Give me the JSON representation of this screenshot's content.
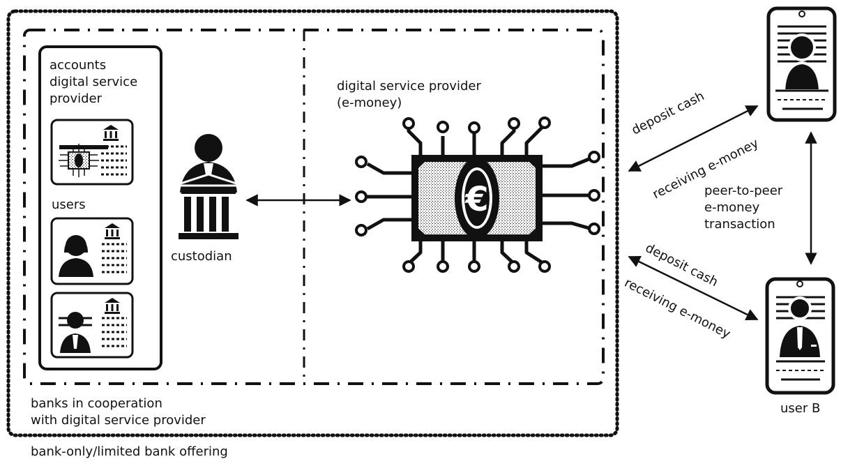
{
  "labels": {
    "outer_caption": "bank-only/limited bank offering",
    "banks_caption_line1": "banks in cooperation",
    "banks_caption_line2": "with digital service provider",
    "accounts_line1": "accounts",
    "accounts_line2": "digital service",
    "accounts_line3": "provider",
    "users": "users",
    "custodian": "custodian",
    "dsp_line1": "digital service provider",
    "dsp_line2": "(e-money)",
    "deposit_cash_top": "deposit cash",
    "receiving_top": "receiving e-money",
    "deposit_cash_bottom": "deposit cash",
    "receiving_bottom": "receiving e-money",
    "p2p_line1": "peer-to-peer",
    "p2p_line2": "e-money",
    "p2p_line3": "transaction",
    "user_b": "user B"
  },
  "icons": {
    "coin_symbol": "€",
    "custodian": "banker-with-bank-building-icon",
    "chip": "circuit-chip-banknote-icon",
    "bank": "bank-icon",
    "phone": "smartphone-user-profile-icon"
  },
  "colors": {
    "ink": "#111111",
    "background": "#ffffff"
  }
}
